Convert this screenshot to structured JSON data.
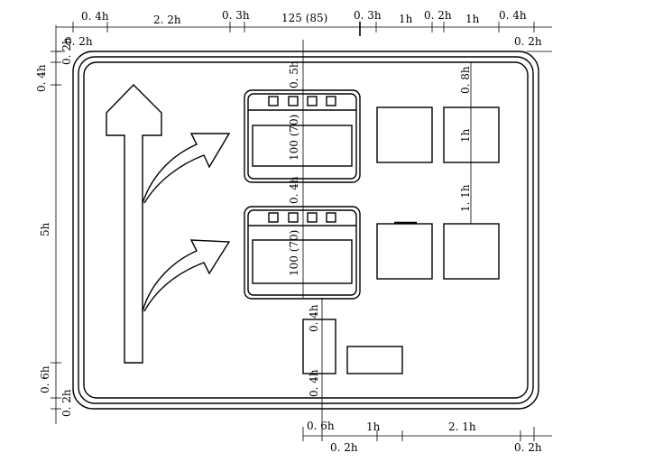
{
  "dimensions": {
    "top": [
      "0. 4h",
      "2. 2h",
      "0. 3h",
      "125 (85)",
      "0. 3h",
      "1h",
      "0. 2h",
      "1h",
      "0. 4h"
    ],
    "top_second": {
      "left": "0. 2h",
      "right": "0. 2h"
    },
    "left": {
      "a": "0. 4h",
      "b": "0. 2h",
      "c": "5h",
      "d": "0. 6h",
      "e": "0. 2h"
    },
    "inner_vertical": {
      "top_gap": "0. 5h",
      "box1_height": "100 (70)",
      "between": "0. 4h",
      "box2_height": "100 (70)",
      "below": "0. 4h",
      "bottom": "0. 4h"
    },
    "right_vertical": {
      "top": "0. 8h",
      "square": "1h",
      "gap": "1. 1h"
    },
    "bottom": {
      "a": "0. 6h",
      "b": "1h",
      "c": "2. 1h"
    },
    "bottom_second": {
      "left": "0. 2h",
      "right": "0. 2h"
    }
  },
  "colors": {
    "line": "#000000",
    "background": "#ffffff"
  },
  "icons": [
    "straight-arrow-icon",
    "right-curve-arrow-icon"
  ]
}
